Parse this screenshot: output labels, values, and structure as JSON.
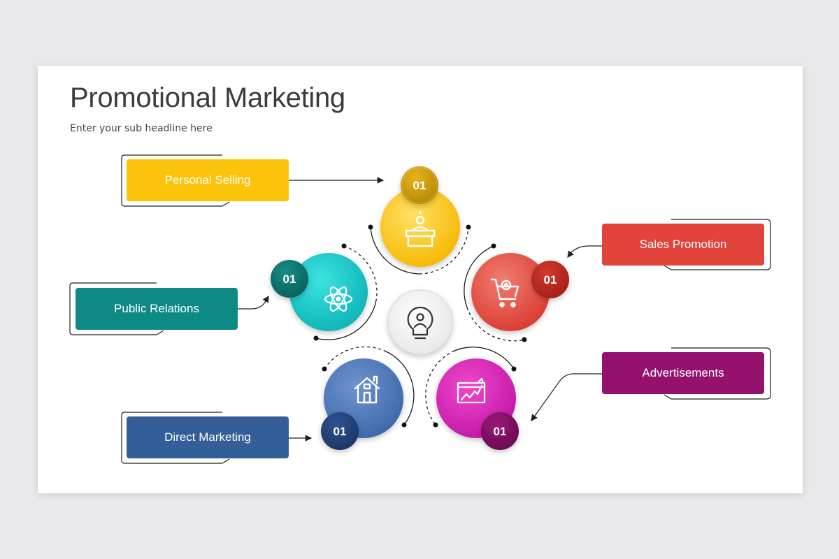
{
  "title": "Promotional Marketing",
  "subtitle": "Enter your sub headline here",
  "colors": {
    "personal_selling": "#fcc30b",
    "sales_promotion": "#e2433a",
    "public_relations": "#0e8a86",
    "direct_marketing": "#345e98",
    "advertisements": "#94126e"
  },
  "items": [
    {
      "key": "personal_selling",
      "label": "Personal Selling",
      "number": "01",
      "icon": "podium-speaker-icon"
    },
    {
      "key": "sales_promotion",
      "label": "Sales Promotion",
      "number": "01",
      "icon": "cart-gear-icon"
    },
    {
      "key": "public_relations",
      "label": "Public Relations",
      "number": "01",
      "icon": "atom-icon"
    },
    {
      "key": "direct_marketing",
      "label": "Direct Marketing",
      "number": "01",
      "icon": "house-icon"
    },
    {
      "key": "advertisements",
      "label": "Advertisements",
      "number": "01",
      "icon": "growth-chart-browser-icon"
    }
  ],
  "center_icon": "lightbulb-idea-icon"
}
